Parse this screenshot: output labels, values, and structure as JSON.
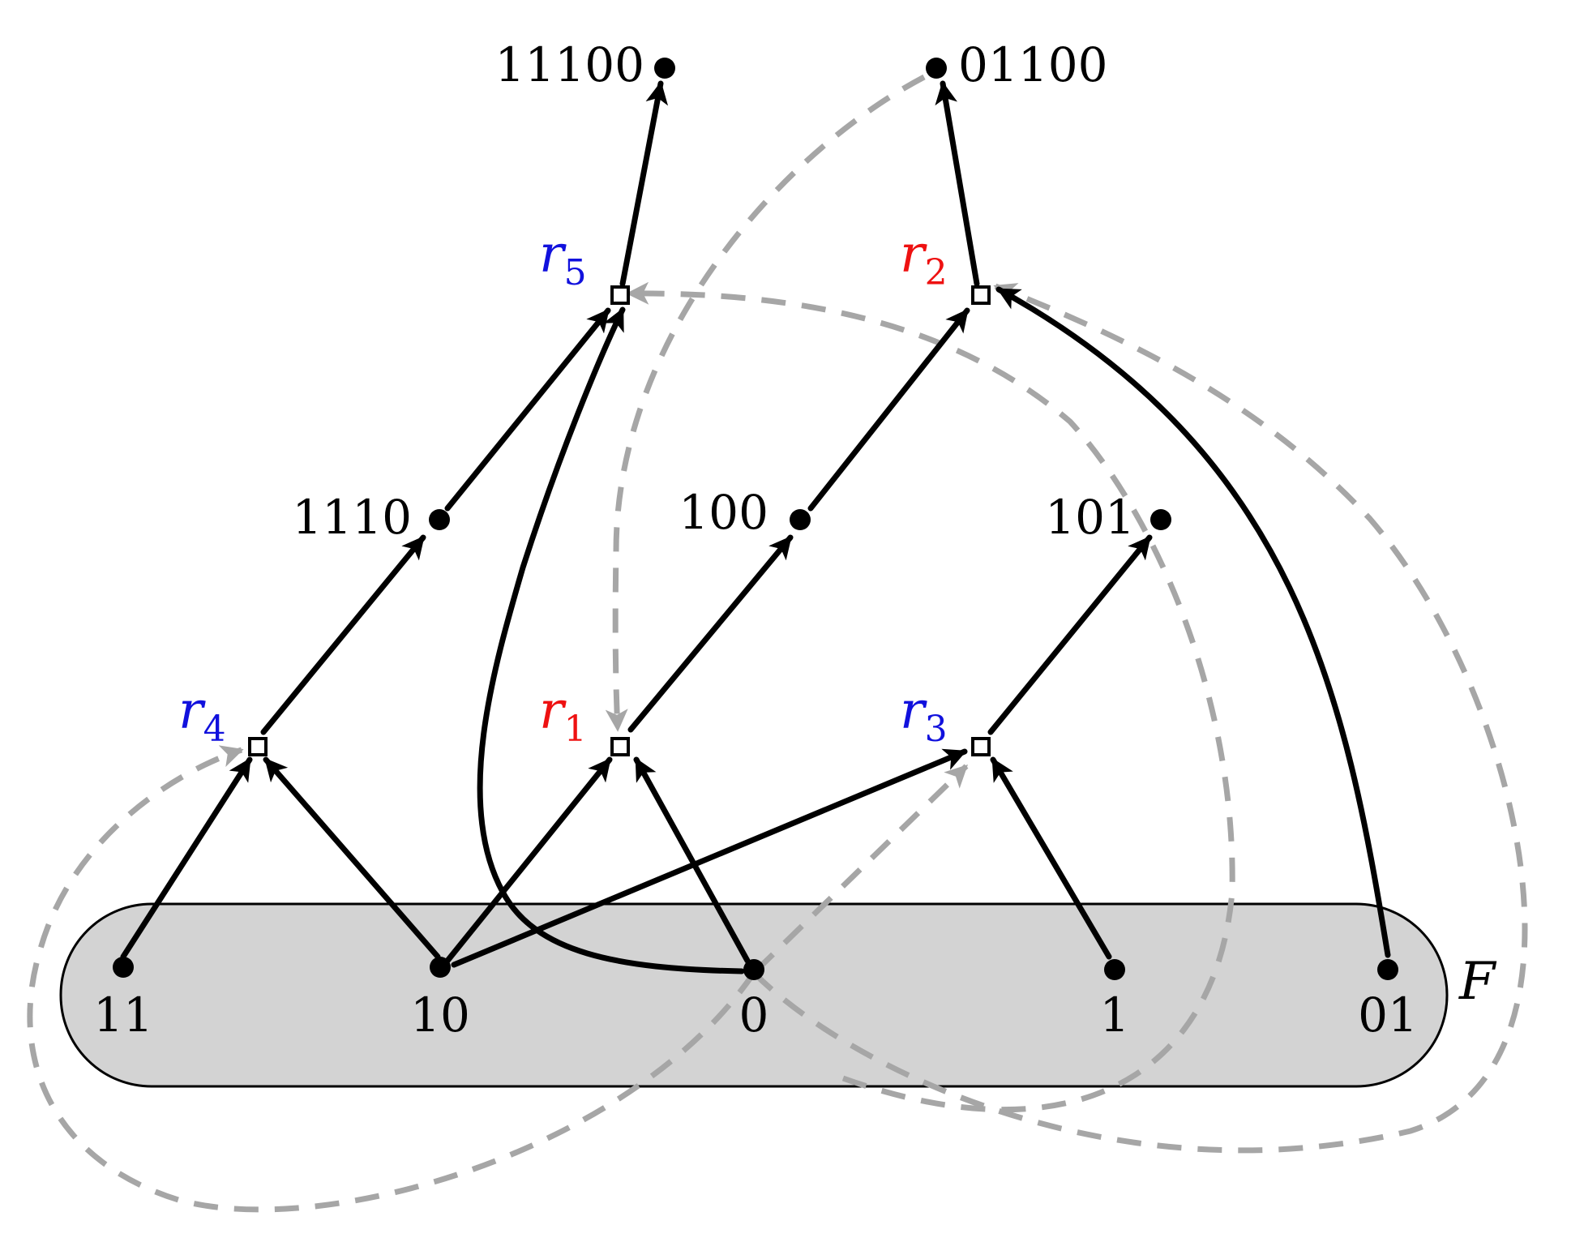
{
  "region_label": "F",
  "colors": {
    "red": "#ee1111",
    "blue": "#1111dd",
    "dashed": "#a6a6a6",
    "region_fill": "#d3d3d3"
  },
  "vertices": {
    "v11": "11",
    "v10": "10",
    "v0": "0",
    "v1": "1",
    "v01": "01",
    "v1110": "1110",
    "v100": "100",
    "v101": "101",
    "v11100": "11100",
    "v01100": "01100"
  },
  "rules": [
    {
      "id": "r1",
      "letter": "r",
      "index": "1",
      "color": "red"
    },
    {
      "id": "r2",
      "letter": "r",
      "index": "2",
      "color": "red"
    },
    {
      "id": "r3",
      "letter": "r",
      "index": "3",
      "color": "blue"
    },
    {
      "id": "r4",
      "letter": "r",
      "index": "4",
      "color": "blue"
    },
    {
      "id": "r5",
      "letter": "r",
      "index": "5",
      "color": "blue"
    }
  ]
}
